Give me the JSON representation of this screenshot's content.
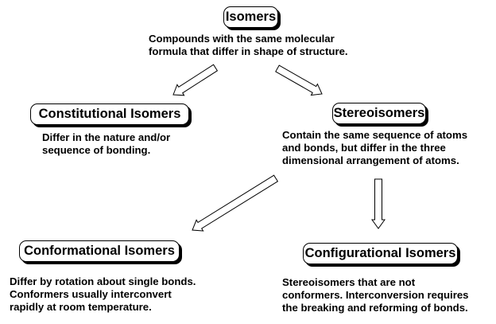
{
  "nodes": {
    "isomers": {
      "title": "Isomers",
      "description": [
        "Compounds with the same molecular",
        "formula that differ in shape of structure."
      ]
    },
    "constitutional": {
      "title": "Constitutional Isomers",
      "description": [
        "Differ in the nature and/or",
        "sequence of bonding."
      ]
    },
    "stereoisomers": {
      "title": "Stereoisomers",
      "description": [
        "Contain the same sequence of atoms",
        "and bonds, but differ in the three",
        "dimensional arrangement of atoms."
      ]
    },
    "conformational": {
      "title": "Conformational Isomers",
      "description": [
        "Differ by rotation about single bonds.",
        "Conformers usually interconvert",
        "rapidly at room temperature."
      ]
    },
    "configurational": {
      "title": "Configurational Isomers",
      "description": [
        "Stereoisomers that are not",
        "conformers. Interconversion requires",
        "the breaking and reforming of bonds."
      ]
    }
  },
  "edges": [
    {
      "from": "isomers",
      "to": "constitutional"
    },
    {
      "from": "isomers",
      "to": "stereoisomers"
    },
    {
      "from": "stereoisomers",
      "to": "conformational"
    },
    {
      "from": "stereoisomers",
      "to": "configurational"
    }
  ],
  "colors": {
    "stroke": "#000000",
    "fill": "#ffffff"
  }
}
